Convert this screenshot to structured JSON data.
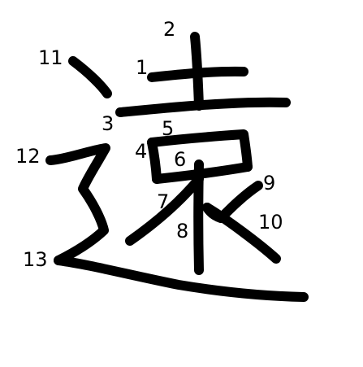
{
  "diagram": {
    "character": "遠",
    "stroke_color": "#000000",
    "label_color": "#000000",
    "background": "#ffffff",
    "stroke_labels": [
      "1",
      "2",
      "3",
      "4",
      "5",
      "6",
      "7",
      "8",
      "9",
      "10",
      "11",
      "12",
      "13"
    ]
  }
}
